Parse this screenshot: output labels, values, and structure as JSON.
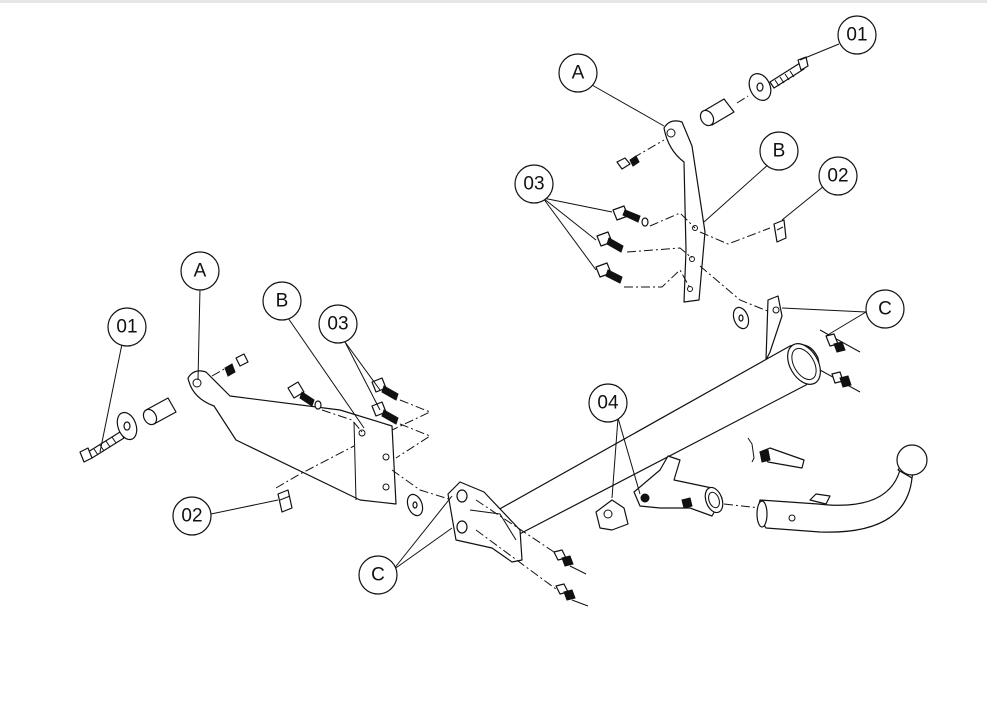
{
  "callouts": {
    "a_right": "A",
    "b_right": "B",
    "c_right": "C",
    "p01_right": "01",
    "p02_right": "02",
    "p03_right": "03",
    "a_left": "A",
    "b_left": "B",
    "c_left": "C",
    "p01_left": "01",
    "p02_left": "02",
    "p03_left": "03",
    "p04": "04"
  }
}
